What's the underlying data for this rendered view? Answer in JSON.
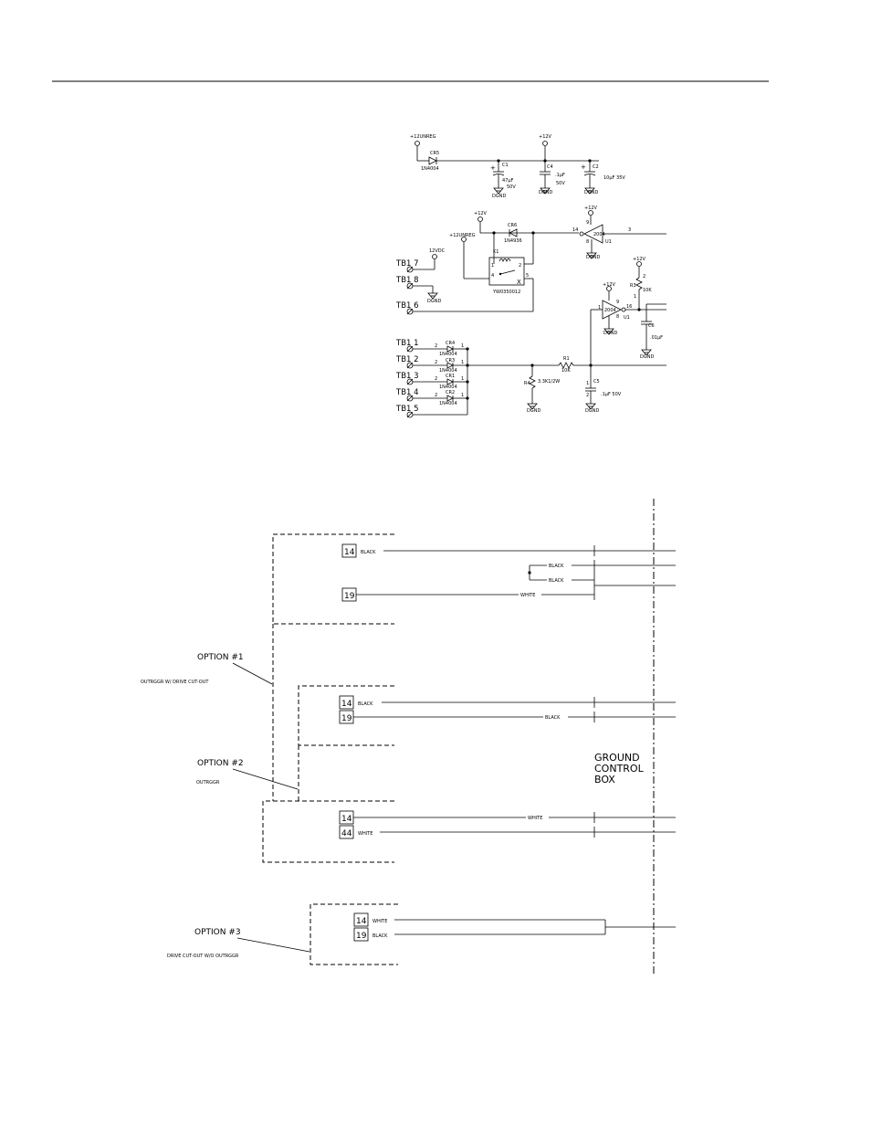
{
  "schematic": {
    "supply": {
      "unreg_label": "+12UNREG",
      "v12_label": "+12V",
      "cr5": "CR5",
      "cr5_part": "1N4004",
      "c1": "C1",
      "c1_val": "47µF",
      "c1_volt": "50V",
      "c4": "C4",
      "c4_val": ".1µF",
      "c4_volt": "50V",
      "c2": "C2",
      "c2_val": "10µF  35V",
      "dgnd": "DGND",
      "plus": "+"
    },
    "relay": {
      "v12_label": "+12V",
      "unreg_label": "+12UNREG",
      "cr6": "CR6",
      "cr6_part": "1N4936",
      "k1": "K1",
      "k1_part": "YW0350012",
      "pin1": "1",
      "pin2": "2",
      "pin4": "4",
      "pin5": "5"
    },
    "inverter_top": {
      "v12_label": "+12V",
      "pin9": "9",
      "pin14": "14",
      "pin3": "3",
      "pin8": "8",
      "part": "2004",
      "u1": "U1",
      "dgnd": "DGND"
    },
    "inverter_mid": {
      "v12_label": "+12V",
      "pin9": "9",
      "pin1": "1",
      "pin16": "16",
      "pin8": "8",
      "part": "2004",
      "u1": "U1",
      "dgnd": "DGND",
      "r3": "R3",
      "r3_val": "10K",
      "r3_pin1": "1",
      "r3_pin2": "2",
      "v12_r3": "+12V",
      "c6": "C6",
      "c6_val": ".01µF",
      "dgnd2": "DGND"
    },
    "terminals": {
      "tb7": "TB1  7",
      "tb8": "TB1  8",
      "tb6": "TB1  6",
      "vdc": "12VDC",
      "dgnd": "DGND",
      "tb1": "TB1  1",
      "tb2": "TB1  2",
      "tb3": "TB1  3",
      "tb4": "TB1  4",
      "tb5": "TB1  5"
    },
    "diodes": {
      "cr4": "CR4",
      "cr3": "CR3",
      "cr1": "CR1",
      "cr2": "CR2",
      "part": "1N4004",
      "pin2": "2",
      "pin1": "1"
    },
    "input": {
      "r1": "R1",
      "r1_val": "10K",
      "r4": "R4",
      "r4_val": "3.3K1/2W",
      "c5": "C5",
      "c5_val": ".1µF  50V",
      "c5_pin1": "1",
      "c5_pin2": "2",
      "dgnd": "DGND"
    }
  },
  "wiring": {
    "option1": {
      "title": "OPTION  #1",
      "desc": "OUTRGGR W/ DRIVE CUT-OUT",
      "t14": "14",
      "t19": "19",
      "black": "BLACK",
      "black2": "BLACK",
      "black3": "BLACK",
      "white": "WHITE"
    },
    "option2": {
      "title": "OPTION  #2",
      "desc": "OUTRGGR",
      "t14": "14",
      "t19": "19",
      "black": "BLACK",
      "black2": "BLACK"
    },
    "option2b": {
      "t14": "14",
      "t44": "44",
      "white": "WHITE",
      "white2": "WHITE"
    },
    "option3": {
      "title": "OPTION  #3",
      "desc": "DRIVE CUT-OUT W/O OUTRGGR",
      "t14": "14",
      "t19": "19",
      "white": "WHITE",
      "black": "BLACK"
    },
    "gcb": {
      "line1": "GROUND",
      "line2": "CONTROL",
      "line3": "BOX"
    }
  }
}
